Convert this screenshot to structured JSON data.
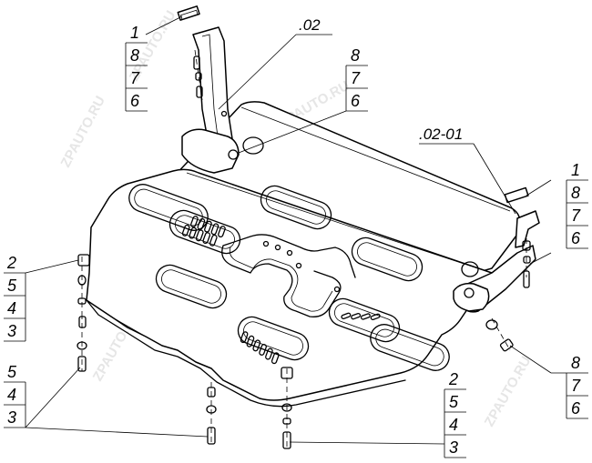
{
  "watermark": "ZPAUTO.RU",
  "callouts": {
    "top_bracket_stack": [
      "1",
      "8",
      "7",
      "6"
    ],
    "bracket_bolt_stack": [
      "8",
      "7",
      "6"
    ],
    "left_stack": [
      "2",
      "5",
      "4",
      "3"
    ],
    "lower_left_stack": [
      "5",
      "4",
      "3"
    ],
    "right_bracket_stack": [
      "1",
      "8",
      "7",
      "6"
    ],
    "right_bolt_stack": [
      "8",
      "7",
      "6"
    ],
    "bottom_stack": [
      "2",
      "5",
      "4",
      "3"
    ]
  },
  "codes": {
    "left_bracket": ".02",
    "right_bracket": ".02-01"
  }
}
